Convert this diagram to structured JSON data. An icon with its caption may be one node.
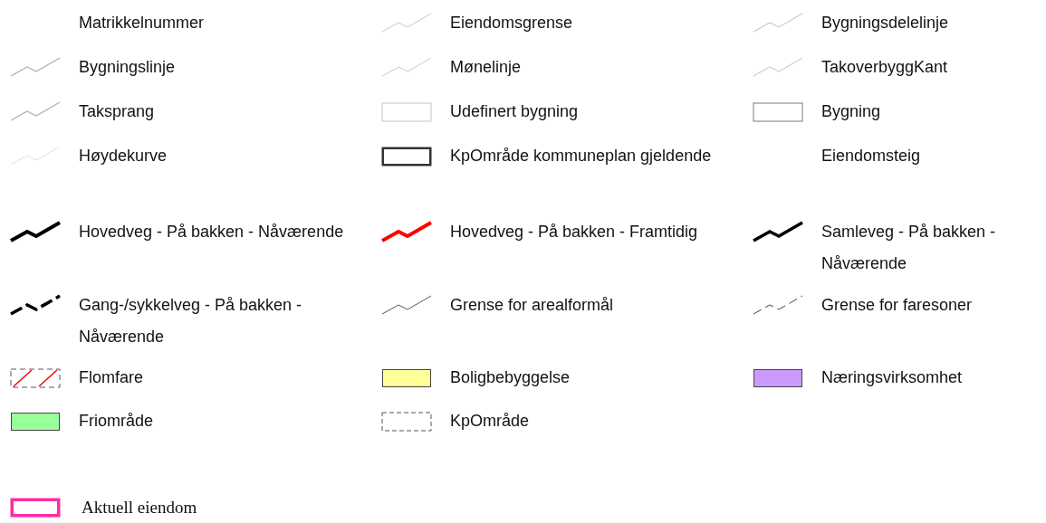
{
  "diagram": {
    "legend": [
      {
        "text": "Matrikkelnummer"
      },
      {
        "text": "Eiendomsgrense"
      },
      {
        "text": "Bygningsdelelinje"
      },
      {
        "text": "Bygningslinje"
      },
      {
        "text": "Mønelinje"
      },
      {
        "text": "TakoverbyggKant"
      },
      {
        "text": "Taksprang"
      },
      {
        "text": "Udefinert bygning"
      },
      {
        "text": "Bygning"
      },
      {
        "text": "Høydekurve"
      },
      {
        "text": "KpOmråde kommuneplan gjeldende"
      },
      {
        "text": "Eiendomsteig"
      },
      {
        "text": "Hovedveg - På bakken - Nåværende"
      },
      {
        "text": "Hovedveg - På bakken - Framtidig"
      },
      {
        "text": "Samleveg - På bakken - Nåværende"
      },
      {
        "text": "Gang-/sykkelveg - På bakken - Nåværende"
      },
      {
        "text": "Grense for arealformål"
      },
      {
        "text": "Grense for faresoner"
      },
      {
        "text": "Flomfare"
      },
      {
        "text": "Boligbebyggelse",
        "color": "#ffff99"
      },
      {
        "text": "Næringsvirksomhet",
        "color": "#cc99ff"
      },
      {
        "text": "Friområde",
        "color": "#99ff99"
      },
      {
        "text": "KpOmråde"
      },
      {
        "text": "Aktuell eiendom"
      }
    ]
  }
}
